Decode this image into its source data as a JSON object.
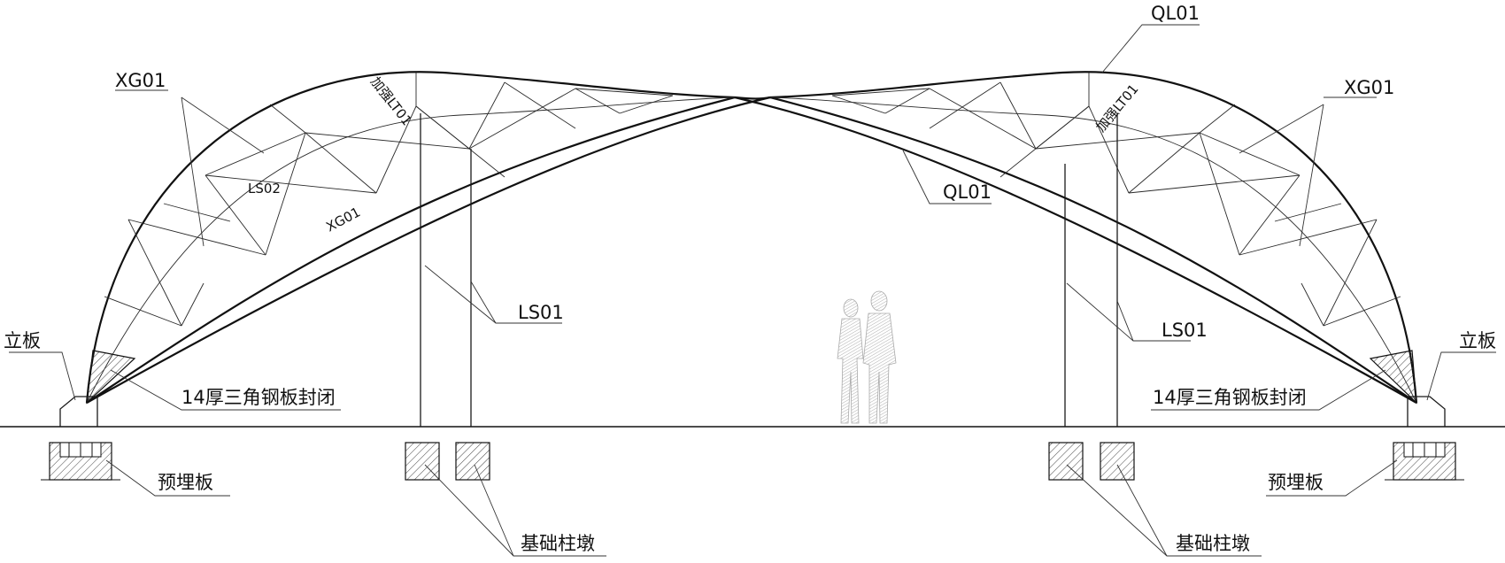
{
  "labels": {
    "ql01_top": "QL01",
    "ql01_mid": "QL01",
    "xg01_left": "XG01",
    "xg01_right": "XG01",
    "xg01_inner": "XG01",
    "ls02": "LS02",
    "lt01_left": "加强LT01",
    "lt01_right": "加强LT01",
    "ls01_left": "LS01",
    "ls01_right": "LS01",
    "liban_left": "立板",
    "liban_right": "立板",
    "plate_left": "14厚三角钢板封闭",
    "plate_right": "14厚三角钢板封闭",
    "embed_left": "预埋板",
    "embed_right": "预埋板",
    "pier_left": "基础柱墩",
    "pier_right": "基础柱墩"
  }
}
